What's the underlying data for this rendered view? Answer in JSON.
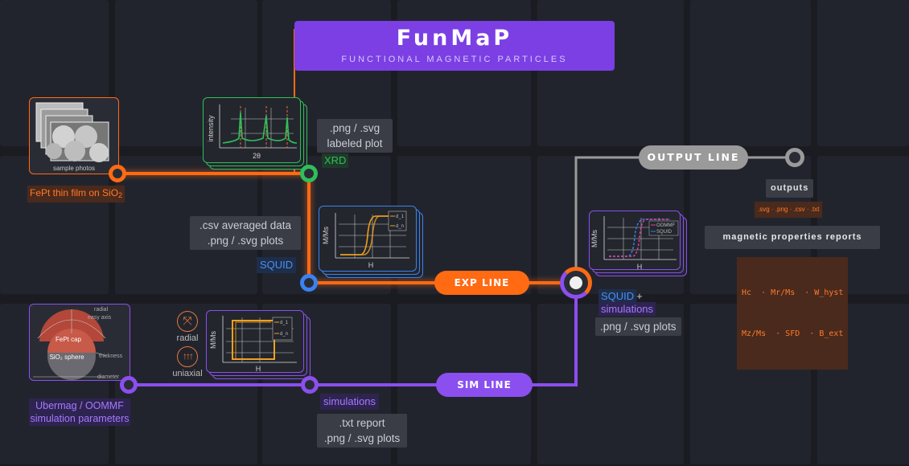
{
  "title": {
    "name": "FunMaP",
    "subtitle": "FUNCTIONAL MAGNETIC PARTICLES"
  },
  "lines": {
    "exp": "EXP LINE",
    "sim": "SIM LINE",
    "output": "OUTPUT LINE"
  },
  "colors": {
    "exp": "#ff6a13",
    "sim": "#8b4ff0",
    "output": "#9a9a9a",
    "xrd": "#2fbf5a",
    "squid": "#3a82f0"
  },
  "sample": {
    "caption": "sample photos",
    "label": "FePt thin film on SiO",
    "label_sub": "2"
  },
  "xrd": {
    "label": "XRD",
    "output_line1": ".png / .svg",
    "output_line2": "labeled plot",
    "ylabel": "intensity",
    "xlabel": "2θ"
  },
  "squid": {
    "label": "SQUID",
    "output_line1": ".csv averaged data",
    "output_line2": ".png / .svg plots",
    "ylabel": "M/Ms",
    "xlabel": "H",
    "legend1": "d_1",
    "legend2": "d_n"
  },
  "sim": {
    "params_line1": "Ubermag / OOMMF",
    "params_line2": "simulation parameters",
    "schematic": {
      "radial": "radial",
      "easy_axis": "easy axis",
      "cap": "FePt cap",
      "sphere": "SiO₂ sphere",
      "thickness": "thickness",
      "diameter": "diameter"
    },
    "radial_label": "radial",
    "uniaxial_label": "uniaxial",
    "label": "simulations",
    "output_line1": ".txt report",
    "output_line2": ".png / .svg plots",
    "ylabel": "M/Ms",
    "xlabel": "H",
    "legend1": "d_1",
    "legend2": "d_n"
  },
  "merge": {
    "label_a": "SQUID",
    "label_plus": "+",
    "label_b": "simulations",
    "output": ".png / .svg plots",
    "ylabel": "M/Ms",
    "xlabel": "H",
    "legend1": "OOMMF",
    "legend2": "SQUID"
  },
  "outputs": {
    "heading": "outputs",
    "formats": ".svg · .png · .csv · .txt",
    "reports_heading": "magnetic properties reports",
    "props_row1": "Hc  · Mr/Ms  · W_hyst",
    "props_row2": "Mz/Ms  · SFD  · B_ext"
  }
}
